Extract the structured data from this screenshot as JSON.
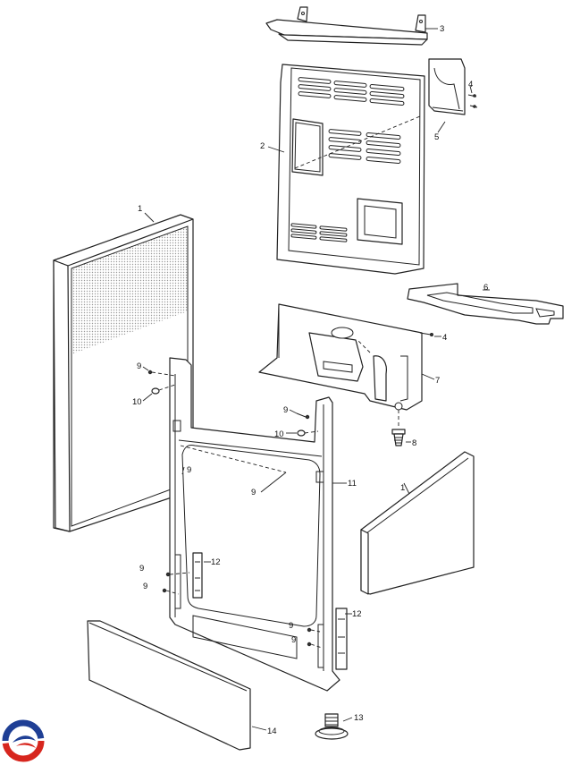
{
  "diagram": {
    "callouts": [
      {
        "id": "c1a",
        "label": "1"
      },
      {
        "id": "c1b",
        "label": "1"
      },
      {
        "id": "c2",
        "label": "2"
      },
      {
        "id": "c3",
        "label": "3"
      },
      {
        "id": "c4a",
        "label": "4"
      },
      {
        "id": "c4b",
        "label": "4"
      },
      {
        "id": "c5",
        "label": "5"
      },
      {
        "id": "c6",
        "label": "6"
      },
      {
        "id": "c7",
        "label": "7"
      },
      {
        "id": "c8",
        "label": "8"
      },
      {
        "id": "c9a",
        "label": "9"
      },
      {
        "id": "c9b",
        "label": "9"
      },
      {
        "id": "c9c",
        "label": "9"
      },
      {
        "id": "c9d",
        "label": "9"
      },
      {
        "id": "c9e",
        "label": "9"
      },
      {
        "id": "c9f",
        "label": "9"
      },
      {
        "id": "c9g",
        "label": "9"
      },
      {
        "id": "c9h",
        "label": "9"
      },
      {
        "id": "c9i",
        "label": "9"
      },
      {
        "id": "c10a",
        "label": "10"
      },
      {
        "id": "c10b",
        "label": "10"
      },
      {
        "id": "c11",
        "label": "11"
      },
      {
        "id": "c12a",
        "label": "12"
      },
      {
        "id": "c12b",
        "label": "12"
      },
      {
        "id": "c13",
        "label": "13"
      },
      {
        "id": "c14",
        "label": "14"
      }
    ],
    "logo_colors": {
      "red": "#d7261e",
      "blue": "#1f3f95"
    }
  }
}
